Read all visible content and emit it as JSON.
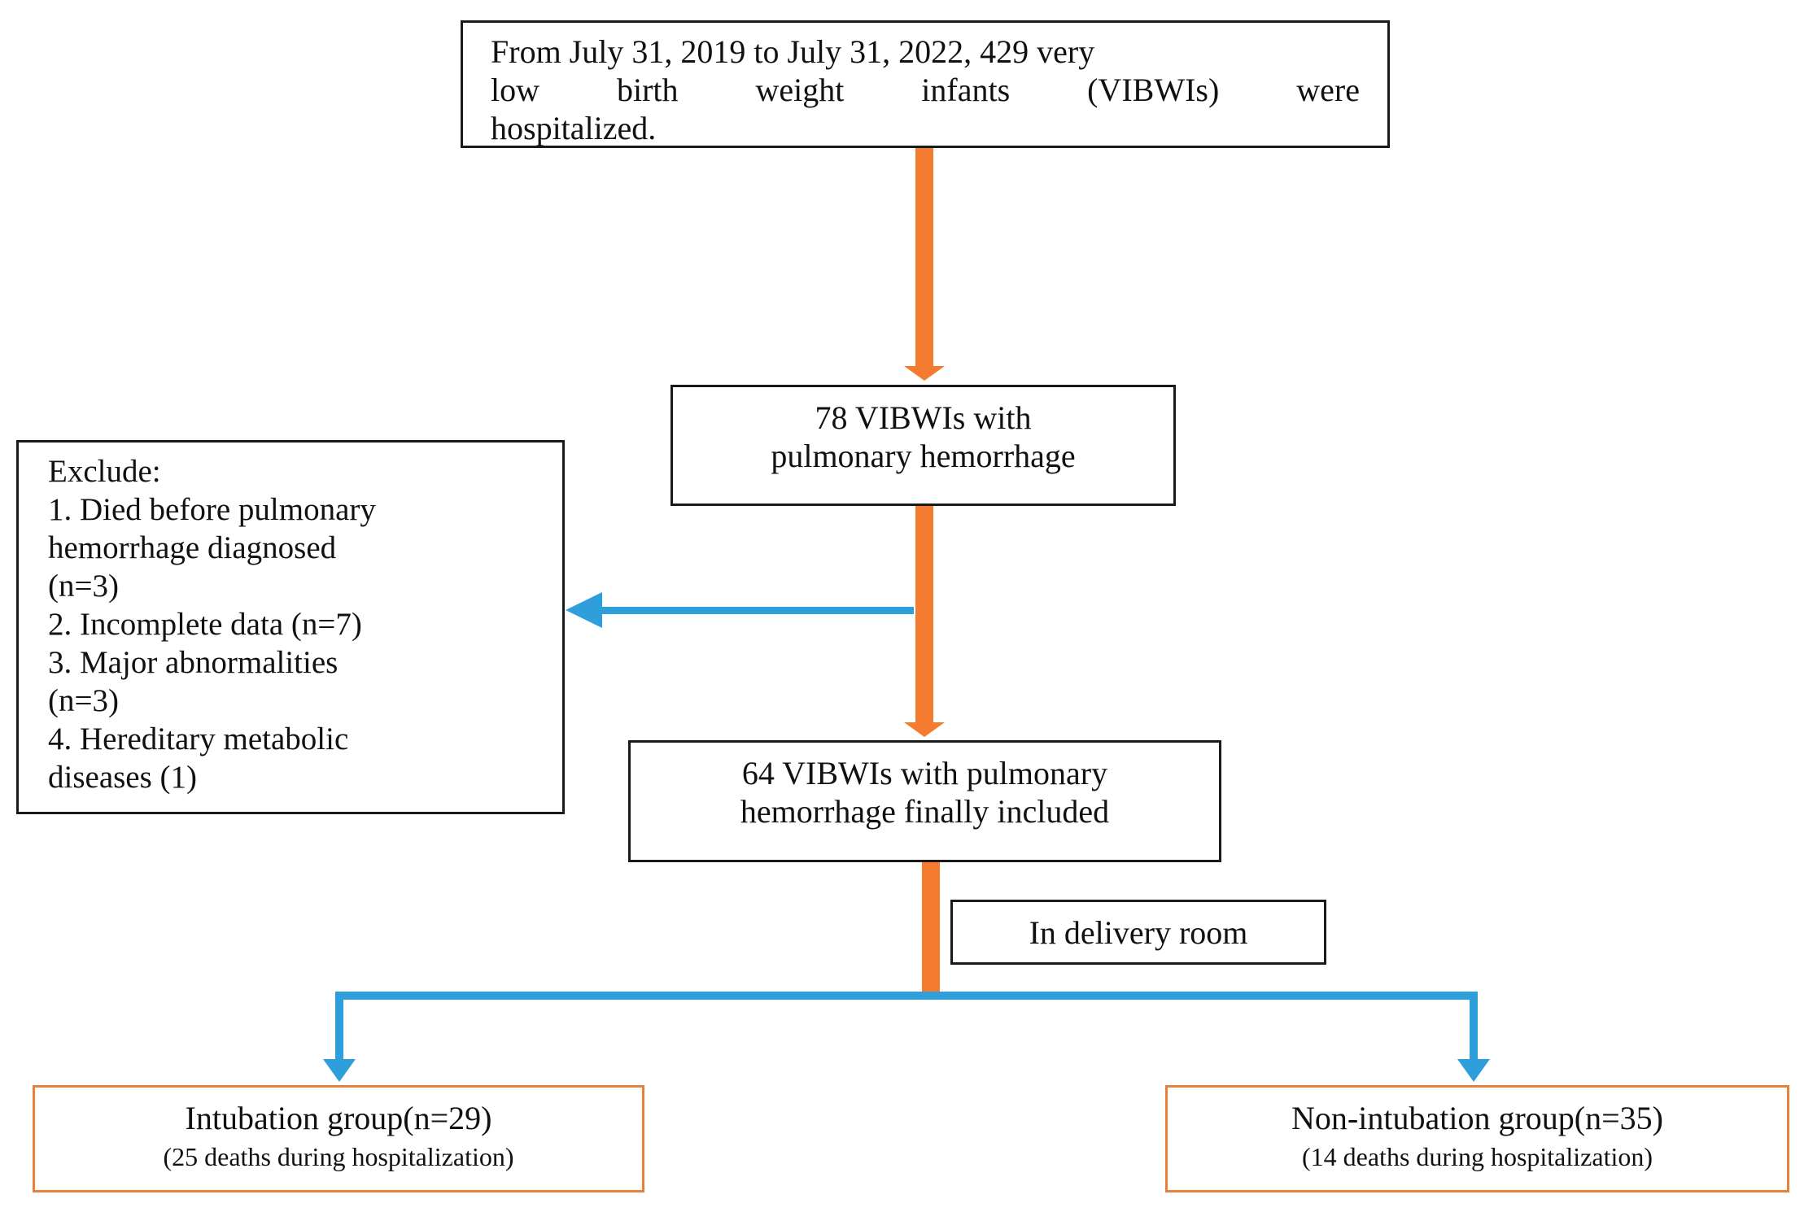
{
  "colors": {
    "flow_arrow": "#f47b2f",
    "side_arrow": "#2f9fdc",
    "box_border": "#1a1a1a",
    "group_border": "#e8823a"
  },
  "boxes": {
    "top": {
      "line1": "From July 31, 2019 to July 31, 2022, 429 very",
      "line2_words": [
        "low",
        "birth",
        "weight",
        "infants",
        "(VIBWIs)",
        "were"
      ],
      "line3": "hospitalized."
    },
    "pulmonary": {
      "line1": "78 VIBWIs with",
      "line2": "pulmonary hemorrhage"
    },
    "exclude": {
      "title": "Exclude:",
      "lines": [
        "1. Died before pulmonary",
        "hemorrhage diagnosed",
        "(n=3)",
        "2. Incomplete data (n=7)",
        "3. Major abnormalities",
        "(n=3)",
        "4. Hereditary metabolic",
        "diseases (1)"
      ]
    },
    "included": {
      "line1": "64 VIBWIs with pulmonary",
      "line2": "hemorrhage finally included"
    },
    "delivery": {
      "label": "In delivery room"
    },
    "intubation": {
      "title": "Intubation group(n=29)",
      "subtitle": "(25 deaths during hospitalization)"
    },
    "non_intubation": {
      "title": "Non-intubation group(n=35)",
      "subtitle": "(14 deaths during hospitalization)"
    }
  }
}
